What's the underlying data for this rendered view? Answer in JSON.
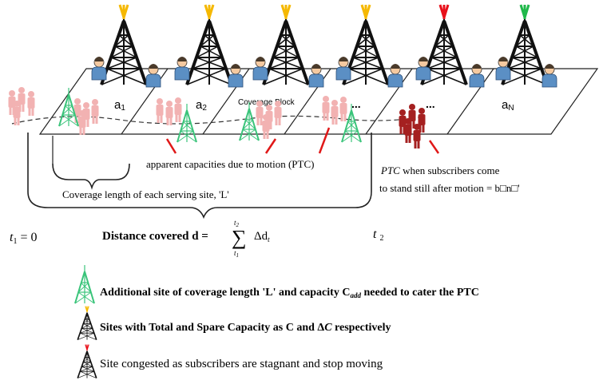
{
  "blocks": {
    "labels": [
      "a",
      "a",
      "",
      "",
      "",
      "",
      "a"
    ],
    "subscripts": [
      "1",
      "2",
      "",
      "",
      "",
      "",
      "N"
    ],
    "coverage_block_label": "Coverage Block",
    "ellipses": [
      "...",
      "..."
    ]
  },
  "annotations": {
    "ptc_label": "apparent capacities due to motion (PTC)",
    "ptc_still_line1_italic": "PTC",
    "ptc_still_line1_rest": " when subscribers come",
    "ptc_still_line2": "to stand still after motion = b□n□'",
    "coverage_length": "Coverage length of each serving site, 'L'",
    "t1": "t",
    "t1_sub": "1",
    "t1_eq": " = 0",
    "distance_label": "Distance covered d = ",
    "sum_upper": "t",
    "sum_upper_sub": "2",
    "sum_lower": "t",
    "sum_lower_sub": "1",
    "sum_symbol": "∑",
    "sum_term": "Δd",
    "sum_term_sub": "t",
    "t2": "t",
    "t2_sub": "2"
  },
  "legend": [
    {
      "icon": "green-tower",
      "text": "Additional site of  coverage length 'L' and capacity C",
      "sub": "add",
      "tail": " needed to cater the PTC"
    },
    {
      "icon": "yellow-tower",
      "text": "Sites with Total and Spare Capacity as C and Δ",
      "italic": "C",
      "tail": " respectively"
    },
    {
      "icon": "red-tower",
      "text": "Site congested as subscribers are stagnant and stop moving"
    }
  ],
  "colors": {
    "tower": "#111111",
    "tip_yellow": "#f5b800",
    "tip_red": "#e8101a",
    "tip_green": "#1fb84a",
    "green_tower": "#3ac47a",
    "person_blue": "#5b8fc4",
    "person_pink": "#f2b2b2",
    "person_darkred": "#a52020",
    "pointer_red": "#e01818"
  }
}
